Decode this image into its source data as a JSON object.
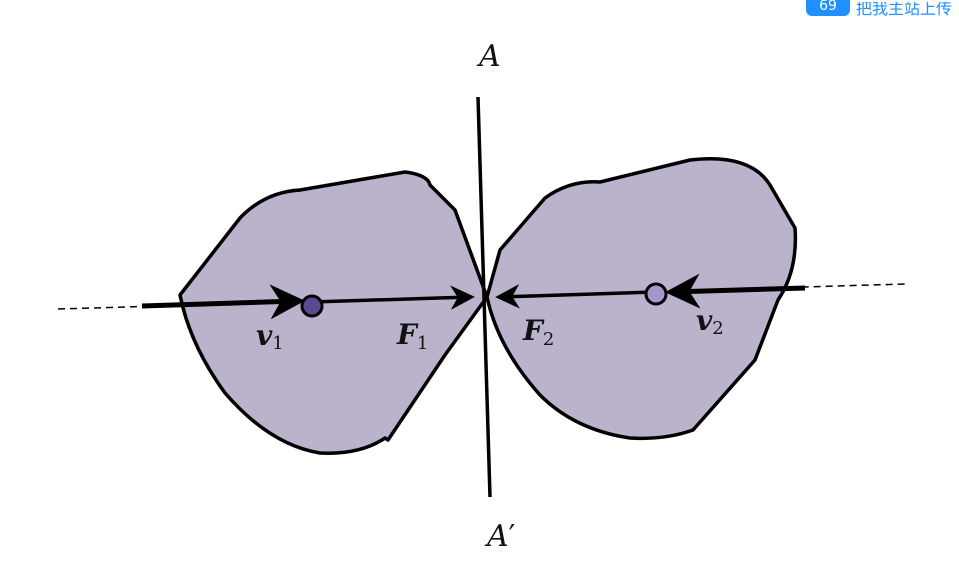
{
  "labels": {
    "line_top": "A",
    "line_bottom_main": "A",
    "line_bottom_prime": "′",
    "v1": {
      "main": "v",
      "sub": "1"
    },
    "f1": {
      "main": "F",
      "sub": "1"
    },
    "f2": {
      "main": "F",
      "sub": "2"
    },
    "v2": {
      "main": "v",
      "sub": "2"
    }
  },
  "badge": {
    "icon": "69",
    "text": "把我主站上传"
  },
  "colors": {
    "body_fill": "#bab3cb",
    "stroke": "#000000",
    "center_fill": "#5b4a8f",
    "center_fill_right": "#a696cc"
  }
}
